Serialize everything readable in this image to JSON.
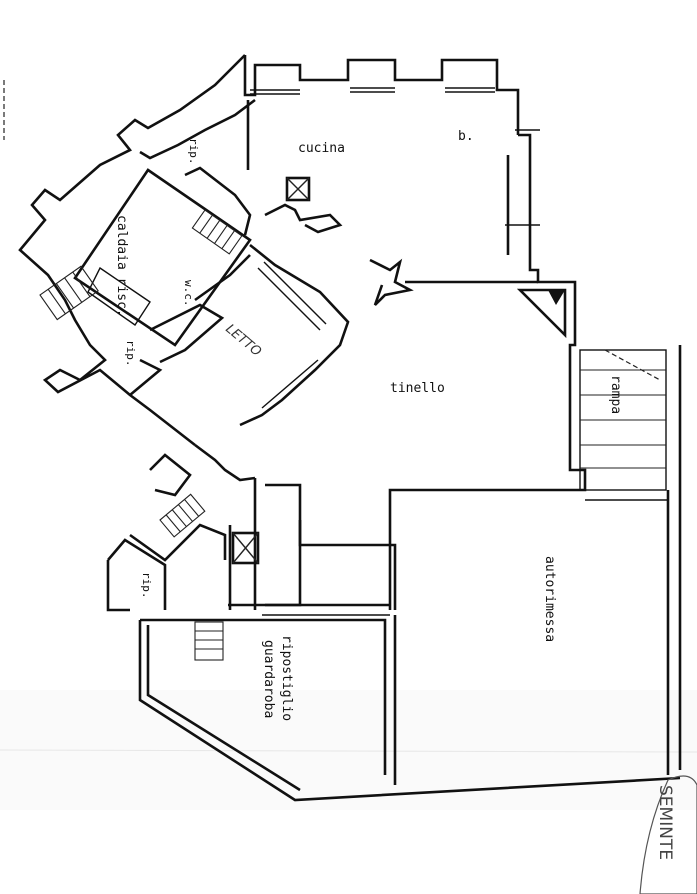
{
  "rooms": {
    "cucina": "cucina",
    "bagno": "b.",
    "rip_top": "rip.",
    "caldaia": "caldaia risc.",
    "wc": "w.c.",
    "rip_mid": "rip.",
    "letto": "LETTO",
    "tinello": "tinello",
    "rampa": "rampa",
    "rip_low": "rip.",
    "autorimessa": "autorimessa",
    "ripostiglio": "ripostiglio",
    "guardaroba": "guardaroba"
  },
  "stamp": "SEMINTE"
}
